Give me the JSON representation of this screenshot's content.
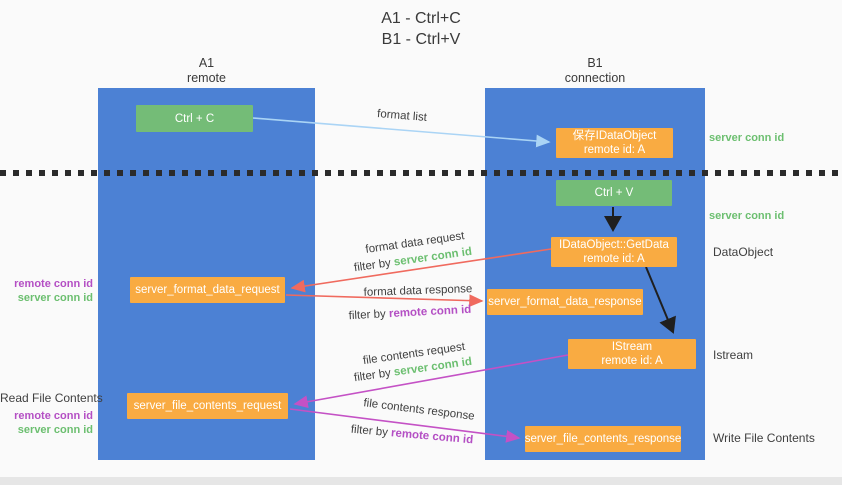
{
  "title": {
    "line1": "A1 - Ctrl+C",
    "line2": "B1 - Ctrl+V"
  },
  "columns": {
    "left": {
      "header_line1": "A1",
      "header_line2": "remote"
    },
    "right": {
      "header_line1": "B1",
      "header_line2": "connection"
    }
  },
  "nodes": {
    "ctrl_c": "Ctrl + C",
    "save_idataobject_line1": "保存IDataObject",
    "save_idataobject_line2": "remote id: A",
    "ctrl_v": "Ctrl + V",
    "getdata_line1": "IDataObject::GetData",
    "getdata_line2": "remote id: A",
    "format_request": "server_format_data_request",
    "format_response": "server_format_data_response",
    "istream_line1": "IStream",
    "istream_line2": "remote id: A",
    "file_request": "server_file_contents_request",
    "file_response": "server_file_contents_response"
  },
  "edge_labels": {
    "format_list": "format list",
    "format_data_request": "format data request",
    "format_data_response": "format data response",
    "file_contents_request": "file contents request",
    "file_contents_response": "file contents response",
    "filter_by": "filter by ",
    "server_conn_id": "server conn id",
    "remote_conn_id": "remote conn id"
  },
  "side_labels": {
    "server_conn_id_top": "server conn id",
    "server_conn_id_mid": "server conn id",
    "dataobject": "DataObject",
    "istream": "Istream",
    "write_file_contents": "Write File Contents",
    "read_file_contents": "Read File Contents",
    "remote_conn_id_upper": "remote conn id",
    "server_conn_id_upper": "server conn id",
    "remote_conn_id_lower": "remote conn id",
    "server_conn_id_lower": "server conn id"
  },
  "colors": {
    "column_blue": "#4c81d4",
    "node_green": "#74bc77",
    "node_orange": "#f9ab42",
    "arrow_light_blue": "#aad4f5",
    "arrow_salmon": "#f06a5e",
    "arrow_magenta": "#c451c5",
    "arrow_black": "#1f1f1f",
    "label_green": "#6cbf70",
    "label_purple": "#b44fc4",
    "dotted_divider": "#2b2b2b"
  }
}
